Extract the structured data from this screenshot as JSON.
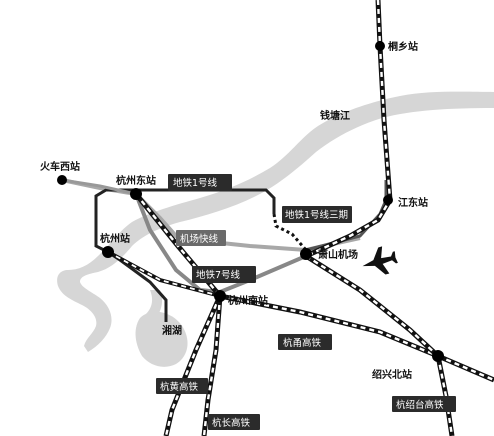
{
  "colors": {
    "river": "#d6d6d6",
    "metro_line_1": "#222222",
    "metro_line_1_phase3": "#111111",
    "airport_express": "#a8a8a8",
    "metro_line_7": "#888888",
    "rail": "#111111",
    "label_box": "#2b2b2b",
    "station_dot": "#000000"
  },
  "labels": {
    "river": "钱塘江",
    "xihu": "湘湖",
    "line1": "地铁1号线",
    "line1_phase3": "地铁1号线三期",
    "airport_express": "机场快线",
    "line7": "地铁7号线",
    "hangyong": "杭甬高铁",
    "hanghuang": "杭黄高铁",
    "hangchang": "杭长高铁",
    "hangshaotai": "杭绍台高铁"
  },
  "stations": {
    "tongxiang": "桐乡站",
    "huochexizhan": "火车西站",
    "hangzhoudong": "杭州东站",
    "hangzhou": "杭州站",
    "jiangdong": "江东站",
    "xiaoshan_airport": "萧山机场",
    "hangzhounan": "杭州南站",
    "shaoxingbei": "绍兴北站"
  },
  "icons": {
    "airport": "airplane-icon"
  }
}
